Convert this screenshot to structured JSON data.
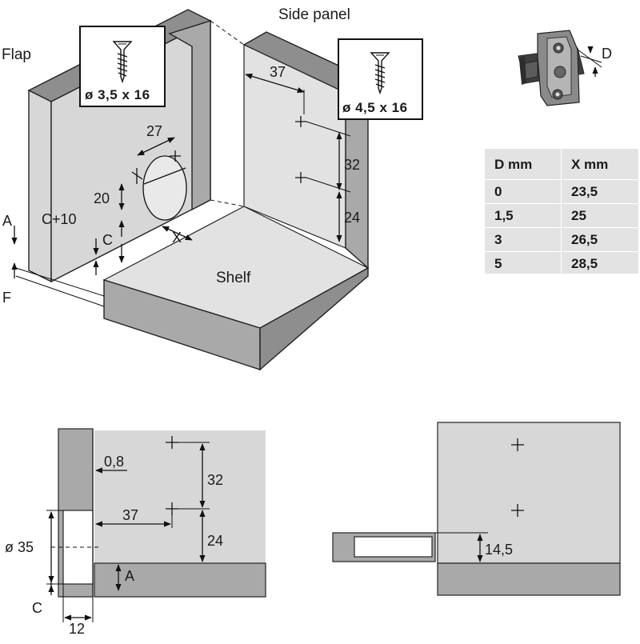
{
  "labels": {
    "flap": "Flap",
    "side_panel": "Side panel",
    "shelf": "Shelf"
  },
  "screws": {
    "flap_screw": "ø 3,5 x 16",
    "panel_screw": "ø 4,5 x 16"
  },
  "iso_dims": {
    "d37": "37",
    "d32": "32",
    "d24": "24",
    "d27": "27",
    "d20": "20",
    "c10": "C+10",
    "c": "C",
    "x": "X",
    "a": "A",
    "f": "F"
  },
  "detail_d_label": "D",
  "table": {
    "headers": [
      "D mm",
      "X mm"
    ],
    "rows": [
      [
        "0",
        "23,5"
      ],
      [
        "1,5",
        "25"
      ],
      [
        "3",
        "26,5"
      ],
      [
        "5",
        "28,5"
      ]
    ]
  },
  "bottom_left": {
    "d08": "0,8",
    "d32": "32",
    "d37": "37",
    "d24": "24",
    "d35": "ø 35",
    "a": "A",
    "c": "C",
    "d12": "12"
  },
  "bottom_right": {
    "d145": "14,5"
  },
  "colors": {
    "panel_light": "#d7d7d7",
    "panel_mid": "#a9a9a9",
    "panel_dark": "#8e8e8e",
    "table_bg": "#e3e3e3",
    "line": "#111111"
  }
}
